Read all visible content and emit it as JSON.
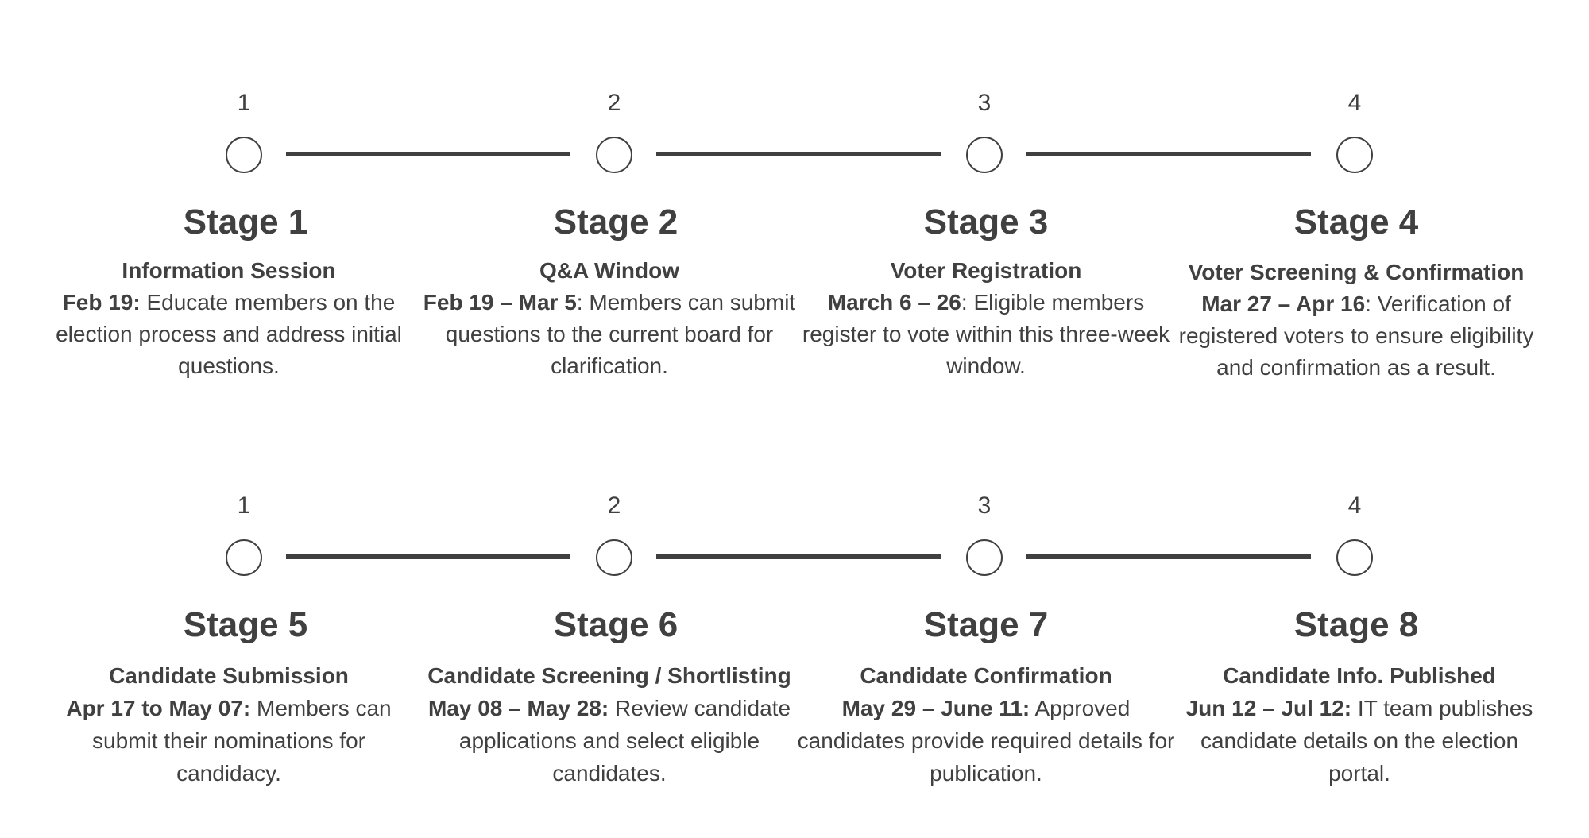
{
  "rows": [
    {
      "stages": [
        {
          "number": "1",
          "title": "Stage 1",
          "subtitle": "Information Session",
          "date": "Feb 19:",
          "text": " Educate members on the election process and address initial questions."
        },
        {
          "number": "2",
          "title": "Stage 2",
          "subtitle": "Q&A Window",
          "date": "Feb 19 – Mar 5",
          "text": ": Members can submit questions to the current board for clarification."
        },
        {
          "number": "3",
          "title": "Stage 3",
          "subtitle": "Voter Registration",
          "date": "March 6 – 26",
          "text": ": Eligible members register to vote within this three-week window."
        },
        {
          "number": "4",
          "title": "Stage 4",
          "subtitle": "Voter Screening & Confirmation",
          "date": "Mar 27 – Apr 16",
          "text": ": Verification of registered voters to ensure eligibility and confirmation as a result."
        }
      ]
    },
    {
      "stages": [
        {
          "number": "1",
          "title": "Stage 5",
          "subtitle": "Candidate Submission",
          "date": "Apr 17 to May 07:",
          "text": " Members can submit their nominations for candidacy."
        },
        {
          "number": "2",
          "title": "Stage 6",
          "subtitle": "Candidate Screening / Shortlisting",
          "date": "May 08 – May 28:",
          "text": " Review candidate applications and select eligible candidates."
        },
        {
          "number": "3",
          "title": "Stage 7",
          "subtitle": "Candidate Confirmation",
          "date": "May 29 – June 11:",
          "text": " Approved candidates provide required details for publication."
        },
        {
          "number": "4",
          "title": "Stage 8",
          "subtitle": "Candidate Info. Published",
          "date": "Jun 12 – Jul 12:",
          "text": " IT team publishes candidate details on the election portal."
        }
      ]
    }
  ],
  "colors": {
    "text": "#404040",
    "line": "#404040",
    "background": "#ffffff"
  }
}
